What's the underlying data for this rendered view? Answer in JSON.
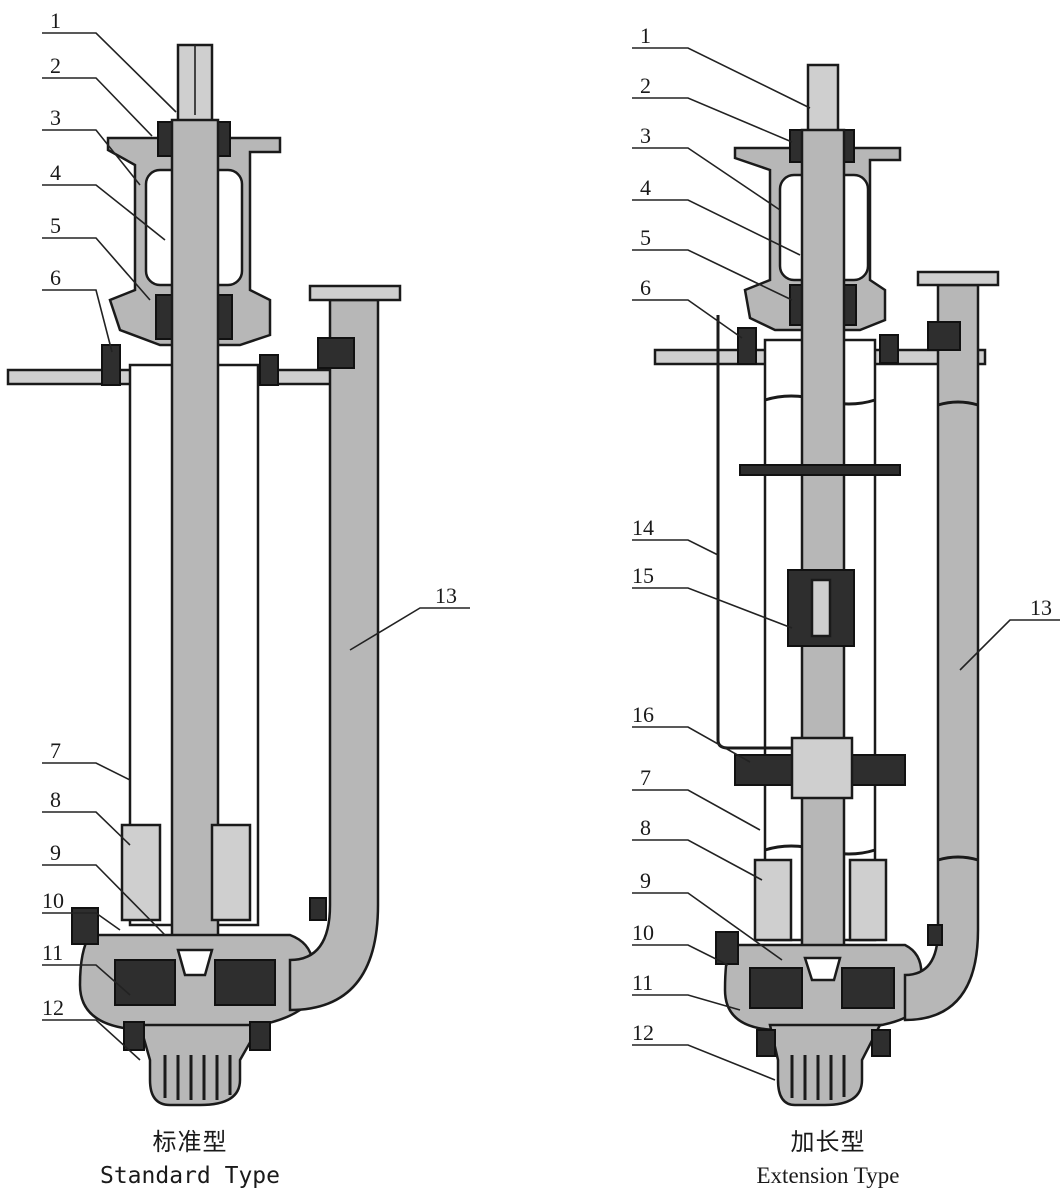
{
  "figures": [
    {
      "id": "standard",
      "caption_cn": "标准型",
      "caption_en": "Standard Type",
      "part_labels": [
        "1",
        "2",
        "3",
        "4",
        "5",
        "6",
        "7",
        "8",
        "9",
        "10",
        "11",
        "12",
        "13"
      ]
    },
    {
      "id": "extension",
      "caption_cn": "加长型",
      "caption_en": "Extension Type",
      "part_labels": [
        "1",
        "2",
        "3",
        "4",
        "5",
        "6",
        "14",
        "15",
        "16",
        "7",
        "8",
        "9",
        "10",
        "11",
        "12",
        "13"
      ]
    }
  ]
}
